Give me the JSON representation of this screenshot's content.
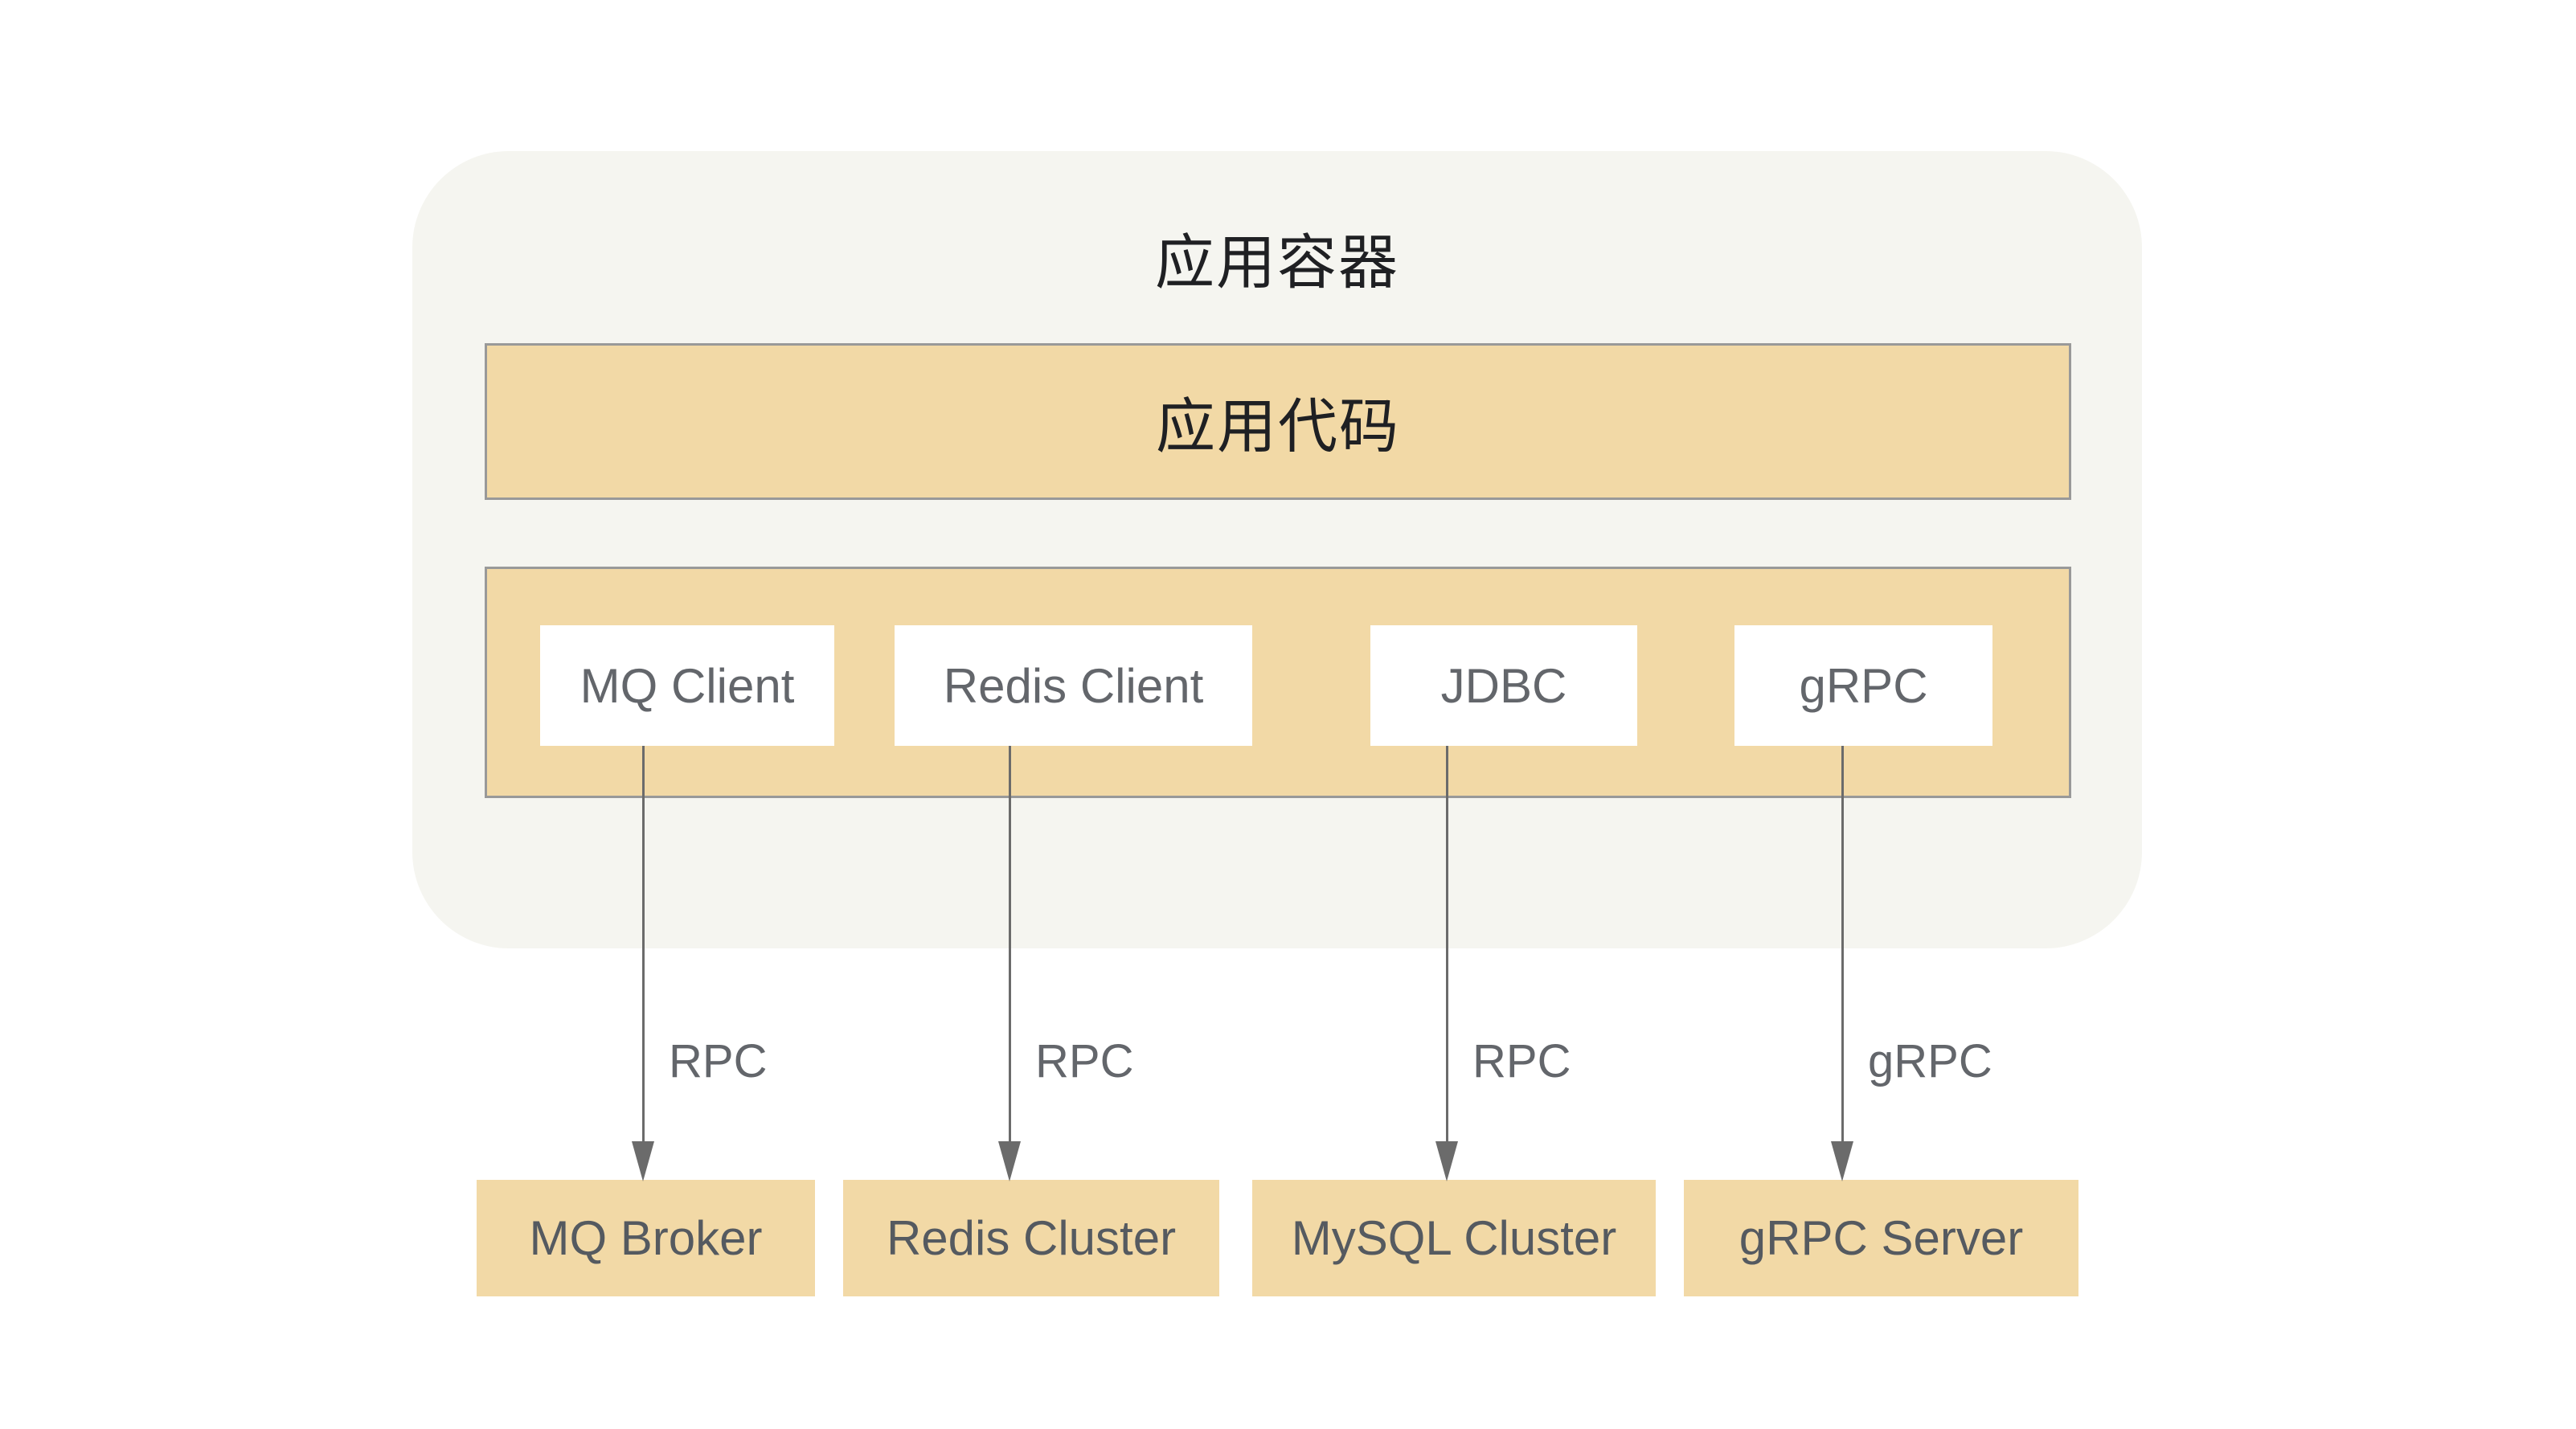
{
  "colors": {
    "page_bg": "#ffffff",
    "container_bg": "#f5f5f0",
    "box_fill": "#f2d9a6",
    "box_border": "#999999",
    "line": "#6b6b6b",
    "title_text": "#1f2023",
    "label_text": "#63666b",
    "target_text": "#555a60"
  },
  "diagram": {
    "container_title": "应用容器",
    "app_code_label": "应用代码",
    "clients": [
      {
        "label": "MQ Client"
      },
      {
        "label": "Redis Client"
      },
      {
        "label": "JDBC"
      },
      {
        "label": "gRPC"
      }
    ],
    "connections": [
      {
        "label": "RPC"
      },
      {
        "label": "RPC"
      },
      {
        "label": "RPC"
      },
      {
        "label": "gRPC"
      }
    ],
    "targets": [
      {
        "label": "MQ Broker"
      },
      {
        "label": "Redis Cluster"
      },
      {
        "label": "MySQL Cluster"
      },
      {
        "label": "gRPC Server"
      }
    ]
  }
}
